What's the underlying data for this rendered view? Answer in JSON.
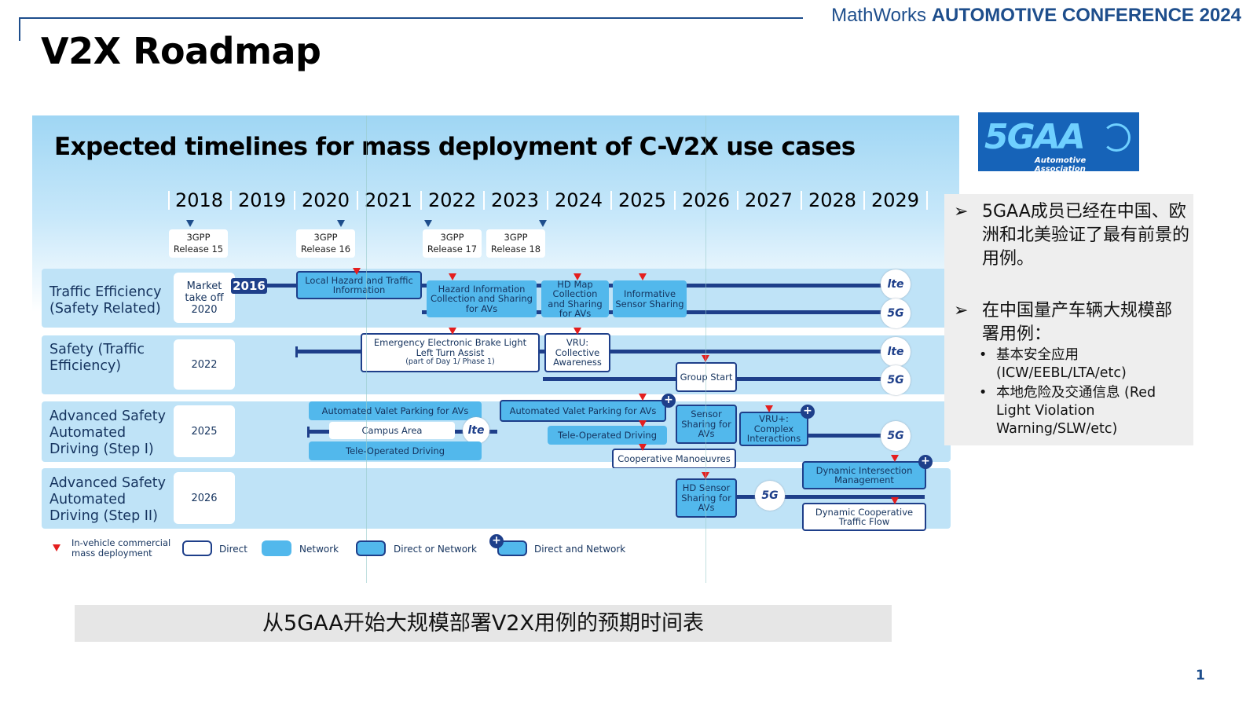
{
  "header": {
    "conference_prefix": "MathWorks",
    "conference_bold": "AUTOMOTIVE CONFERENCE 2024",
    "title": "V2X Roadmap",
    "page_number": "1"
  },
  "figure": {
    "title": "Expected timelines for mass deployment of C-V2X use cases",
    "years": [
      "2018",
      "2019",
      "2020",
      "2021",
      "2022",
      "2023",
      "2024",
      "2025",
      "2026",
      "2027",
      "2028",
      "2029"
    ],
    "releases": [
      "3GPP Release 15",
      "3GPP Release 16",
      "3GPP Release 17",
      "3GPP Release 18"
    ],
    "rows": [
      {
        "label": "Traffic Efficiency (Safety Related)",
        "year_box": "Market take off 2020",
        "marker": "2016"
      },
      {
        "label": "Safety (Traffic Efficiency)",
        "year_box": "2022"
      },
      {
        "label": "Advanced Safety Automated Driving (Step I)",
        "year_box": "2025"
      },
      {
        "label": "Advanced Safety Automated Driving (Step II)",
        "year_box": "2026"
      }
    ],
    "use_cases": {
      "local_hazard": "Local Hazard and Traffic Information",
      "hazard_collection": "Hazard Information Collection and Sharing for AVs",
      "hd_map": "HD Map Collection and Sharing for AVs",
      "info_sensor": "Informative Sensor Sharing",
      "eebl_line1": "Emergency Electronic Brake Light",
      "eebl_line2": "Left Turn Assist",
      "eebl_line3": "(part of Day 1/ Phase 1)",
      "vru_collective": "VRU: Collective Awareness",
      "group_start": "Group Start",
      "avp1": "Automated Valet Parking for AVs",
      "campus": "Campus Area",
      "teleop1": "Tele-Operated Driving",
      "avp2": "Automated Valet Parking for AVs",
      "teleop2": "Tele-Operated Driving",
      "sensor_sharing": "Sensor Sharing for AVs",
      "vru_complex": "VRU+: Complex Interactions",
      "coop_manoeuvres": "Cooperative Manoeuvres",
      "dim": "Dynamic Intersection Management",
      "hd_sensor": "HD Sensor Sharing for AVs",
      "dctf": "Dynamic Cooperative Traffic Flow"
    },
    "badges": {
      "lte": "lte",
      "g5": "5G"
    },
    "legend": {
      "red": "In-vehicle commercial mass deployment",
      "direct": "Direct",
      "network": "Network",
      "direct_or_network": "Direct or Network",
      "direct_and_network": "Direct and Network"
    }
  },
  "logo": {
    "main": "5GAA",
    "sub": "Automotive Association"
  },
  "notes": {
    "bullet1": "5GAA成员已经在中国、欧洲和北美验证了最有前景的用例。",
    "bullet2": "在中国量产车辆大规模部署用例：",
    "sub1": "基本安全应用 (ICW/EEBL/LTA/etc)",
    "sub2": "本地危险及交通信息 (Red Light Violation Warning/SLW/etc)"
  },
  "caption": "从5GAA开始大规模部署V2X用例的预期时间表",
  "colors": {
    "navy": "#1e3f8a",
    "network": "#52b8ec",
    "row_bg": "#bfe3f7",
    "red": "#e41e1e"
  }
}
